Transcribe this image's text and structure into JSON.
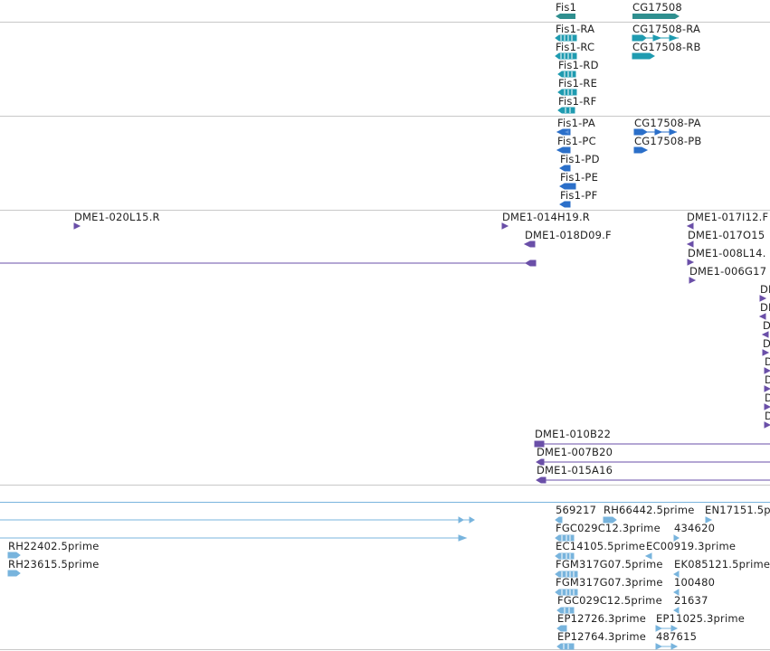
{
  "colors": {
    "gene": "#2f8f8f",
    "transcript": "#1f9bb0",
    "protein": "#2b6fc9",
    "clone": "#6a4fa8",
    "est": "#78b4dd",
    "divider": "#c8c8c8"
  },
  "tracks": {
    "genes": [
      "Fis1",
      "CG17508"
    ],
    "transcripts": [
      "Fis1-RA",
      "Fis1-RC",
      "Fis1-RD",
      "Fis1-RE",
      "Fis1-RF",
      "CG17508-RA",
      "CG17508-RB"
    ],
    "proteins": [
      "Fis1-PA",
      "Fis1-PC",
      "Fis1-PD",
      "Fis1-PE",
      "Fis1-PF",
      "CG17508-PA",
      "CG17508-PB"
    ],
    "clones": [
      "DME1-020L15.R",
      "DME1-014H19.R",
      "DME1-018D09.F",
      "DME1-017I12.F",
      "DME1-017O15",
      "DME1-008L14.",
      "DME1-006G17",
      "DM",
      "DM",
      "D",
      "D",
      "D",
      "D",
      "D",
      "D",
      "DME1-010B22",
      "DME1-007B20",
      "DME1-015A16"
    ],
    "ests": [
      "RH22402.5prime",
      "RH23615.5prime",
      "569217",
      "RH66442.5prime",
      "EN17151.5p",
      "FGC029C12.3prime",
      "434620",
      "EC14105.5prime",
      "EC00919.3prime",
      "FGM317G07.5prime",
      "EK085121.5prime",
      "FGM317G07.3prime",
      "100480",
      "FGC029C12.5prime",
      "21637",
      "EP12726.3prime",
      "EP11025.3prime",
      "EP12764.3prime",
      "487615"
    ]
  }
}
